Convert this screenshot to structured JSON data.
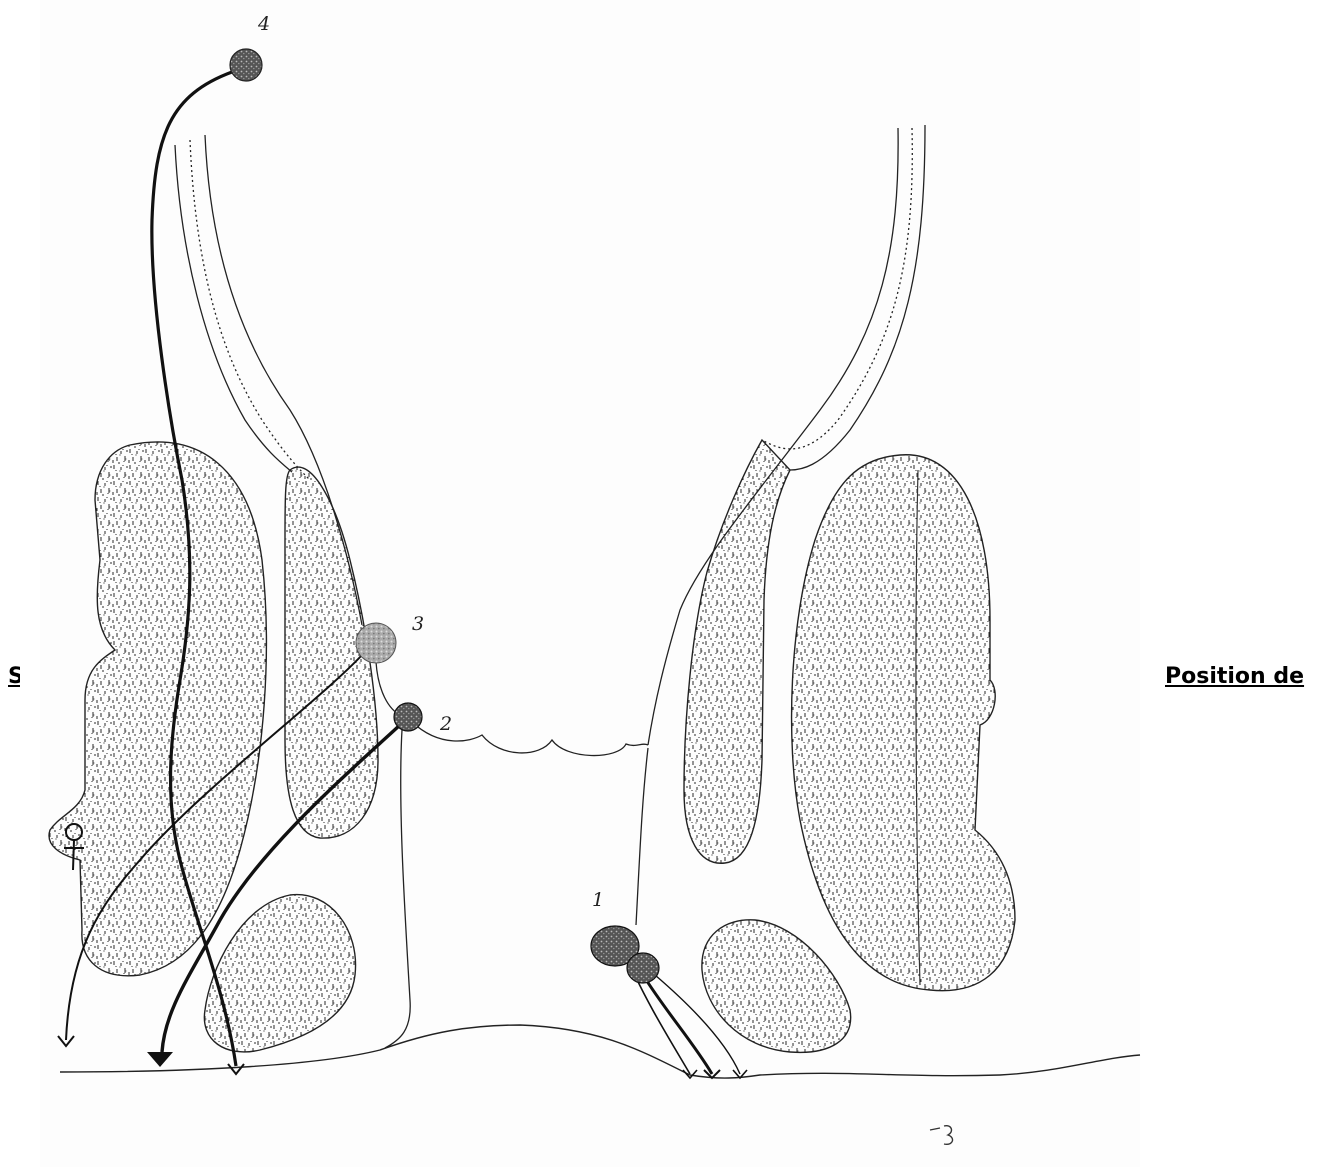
{
  "diagram": {
    "node_labels": {
      "n1": "1",
      "n2": "2",
      "n3": "3",
      "n4": "4"
    }
  },
  "side_text": {
    "left": "S",
    "right": "Position de"
  }
}
